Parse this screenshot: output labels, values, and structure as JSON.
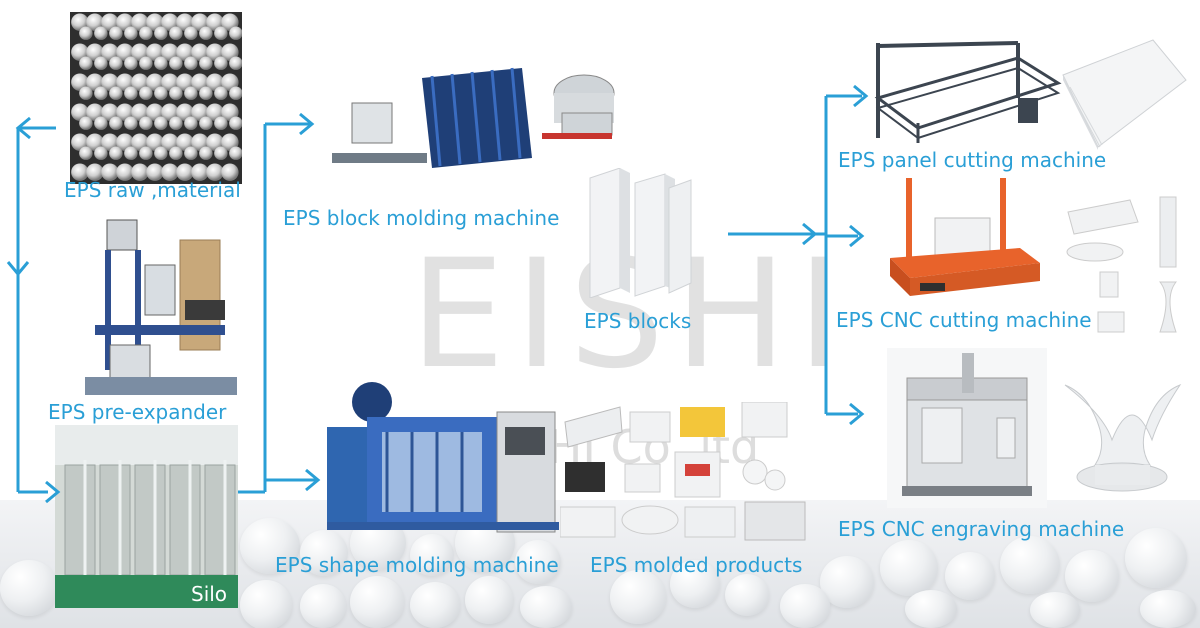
{
  "labels": {
    "raw_material": "EPS raw ,material",
    "pre_expander": "EPS  pre-expander",
    "silo": "Silo",
    "block_molding": "EPS block molding machine",
    "blocks": "EPS blocks",
    "shape_molding": "EPS shape molding machine",
    "molded_products": "EPS molded products",
    "panel_cutting": "EPS panel cutting machine",
    "cnc_cutting": "EPS CNC cutting machine",
    "cnc_engraving": "EPS CNC engraving machine"
  },
  "watermark": {
    "main": "EISHI",
    "sub": "ISHI Co.,ltd"
  },
  "colors": {
    "arrow": "#2a9fd6",
    "label": "#2a9fd6"
  },
  "icons": [
    "eps-beads-image",
    "pre-expander-image",
    "silo-image",
    "block-molding-machine-image",
    "eps-blocks-image",
    "shape-molding-machine-image",
    "molded-products-image",
    "panel-cutting-machine-image",
    "cnc-cutting-machine-image",
    "cnc-engraving-machine-image"
  ]
}
